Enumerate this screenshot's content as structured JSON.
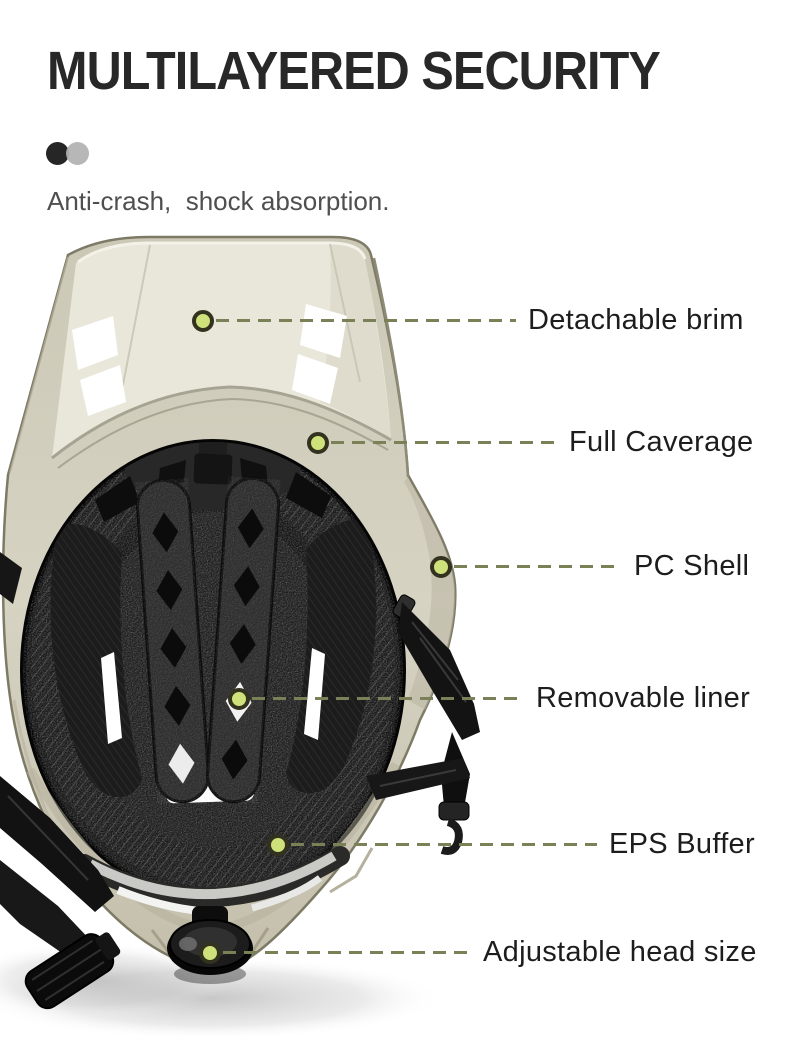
{
  "header": {
    "title": "MULTILAYERED SECURITY",
    "subtitle": "Anti-crash,  shock absorption.",
    "swatches": [
      {
        "name": "black-colorway",
        "color": "#262626"
      },
      {
        "name": "gray-colorway",
        "color": "#b2b2b2"
      }
    ]
  },
  "colors": {
    "dash": "#7b8157",
    "dotfill": "#cfe17b",
    "dotstroke": "#32321f",
    "titlecolor": "#282828",
    "subcolor": "#4f4f4f",
    "labelcolor": "#1d1d1d"
  },
  "callouts": [
    {
      "label": "Detachable brim"
    },
    {
      "label": "Full Caverage"
    },
    {
      "label": "PC Shell"
    },
    {
      "label": "Removable liner"
    },
    {
      "label": "EPS Buffer"
    },
    {
      "label": "Adjustable head size"
    }
  ]
}
